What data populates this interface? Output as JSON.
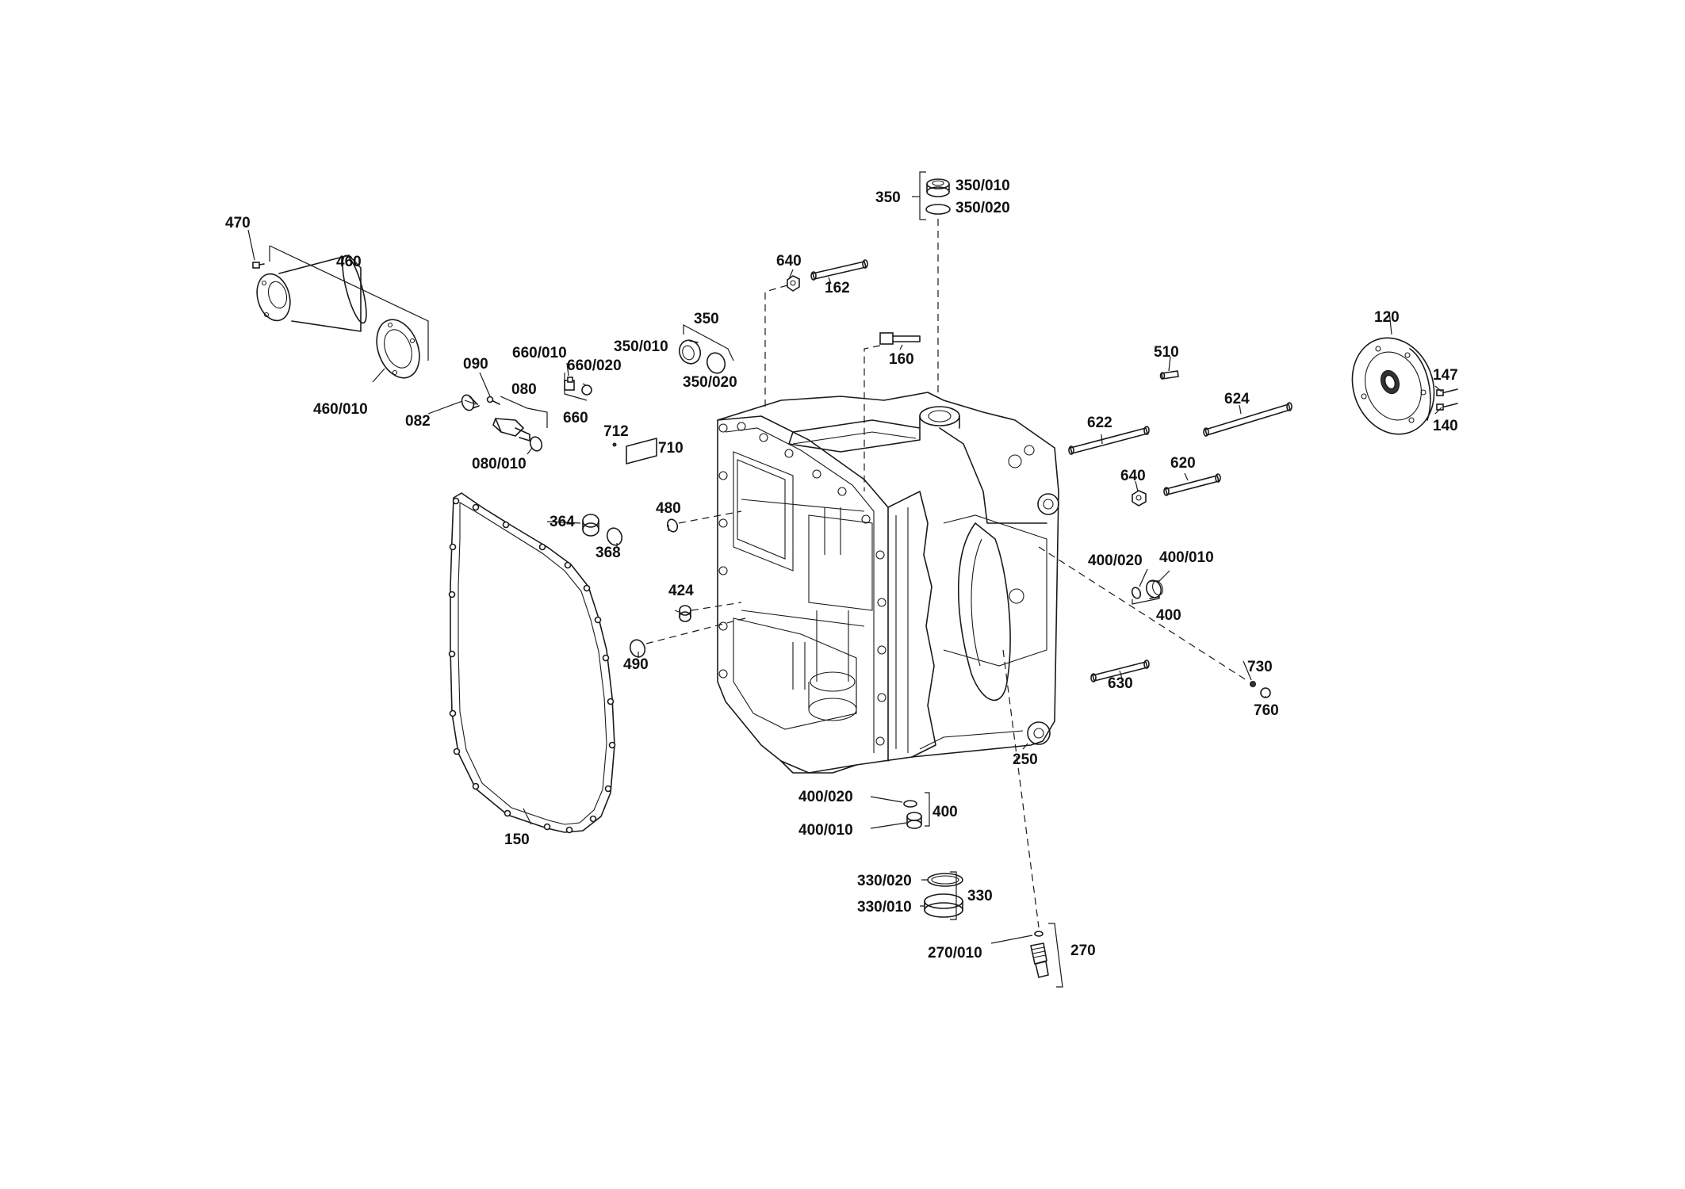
{
  "labels": {
    "l470": "470",
    "l460": "460",
    "l460_010": "460/010",
    "l090": "090",
    "l080": "080",
    "l082": "082",
    "l080_010": "080/010",
    "l660_010": "660/010",
    "l660_020": "660/020",
    "l660": "660",
    "l712": "712",
    "l710": "710",
    "l350a": "350",
    "l350_010a": "350/010",
    "l350_020a": "350/020",
    "l640a": "640",
    "l162": "162",
    "l160": "160",
    "l350b": "350",
    "l350_010b": "350/010",
    "l350_020b": "350/020",
    "l480": "480",
    "l364": "364",
    "l368": "368",
    "l424": "424",
    "l490": "490",
    "l150": "150",
    "l250": "250",
    "l510": "510",
    "l622": "622",
    "l624": "624",
    "l640b": "640",
    "l620": "620",
    "l400_020a": "400/020",
    "l400_010a": "400/010",
    "l400a": "400",
    "l730": "730",
    "l760": "760",
    "l630": "630",
    "l120": "120",
    "l147": "147",
    "l140": "140",
    "l400_020b": "400/020",
    "l400b": "400",
    "l400_010b": "400/010",
    "l330_020": "330/020",
    "l330": "330",
    "l330_010": "330/010",
    "l270_010": "270/010",
    "l270": "270"
  },
  "icons": [
    "gearbox-housing",
    "gasket",
    "cover",
    "pump",
    "bolt",
    "nut",
    "plug",
    "o-ring",
    "sensor",
    "stud",
    "plate"
  ]
}
